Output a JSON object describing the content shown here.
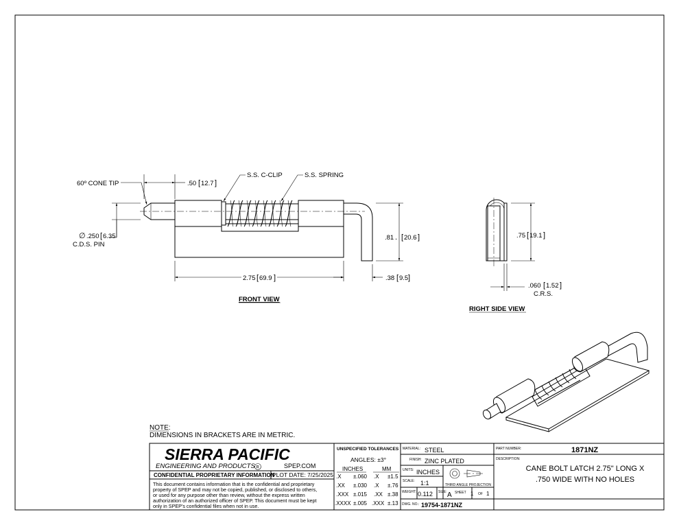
{
  "front_view": {
    "title": "FRONT VIEW",
    "cone_tip": "60º CONE TIP",
    "tip_length": ".50",
    "tip_length_mm": "12.7",
    "c_clip": "S.S. C-CLIP",
    "spring": "S.S. SPRING",
    "pin_dia_symbol": "∅",
    "pin_dia": ".250",
    "pin_dia_mm": "6.35",
    "pin_material": "C.D.S. PIN",
    "length": "2.75",
    "length_mm": "69.9",
    "height": ".81",
    "height_mm": "20.6",
    "bend": ".38",
    "bend_mm": "9.5"
  },
  "right_side_view": {
    "title": "RIGHT SIDE VIEW",
    "width": ".75",
    "width_mm": "19.1",
    "thickness": ".060",
    "thickness_mm": "1.52",
    "thickness_material": "C.R.S."
  },
  "note": {
    "title": "NOTE:",
    "text": "DIMENSIONS IN BRACKETS ARE IN METRIC."
  },
  "title_block": {
    "company": "SIERRA PACIFIC",
    "company_sub": "ENGINEERING AND PRODUCTS",
    "registered": "R",
    "website": "SPEP.COM",
    "confidential_title": "CONFIDENTIAL PROPRIETARY INFORMATION",
    "plot_date": "PLOT DATE:  7/25/2025",
    "confidential_lines": [
      "This document contains information that is the confidential and proprietary",
      "property of SPEP and may not be copied, published, or disclosed to others,",
      "or used for any purpose  other than review, without the express written",
      "authorization of an authorized officer of SPEP. This document must be kept",
      "only in SPEP's confidential files when not in use."
    ],
    "tolerances": {
      "title": "UNSPECIFIED TOLERANCES",
      "angles": "ANGLES: ±3°",
      "inches_header": "INCHES",
      "mm_header": "MM",
      "rows": [
        {
          "in_fmt": ".X",
          "in_tol": "±.060",
          "mm_fmt": ".X",
          "mm_tol": "±1.5"
        },
        {
          "in_fmt": ".XX",
          "in_tol": "±.030",
          "mm_fmt": ".X",
          "mm_tol": "±.76"
        },
        {
          "in_fmt": ".XXX",
          "in_tol": "±.015",
          "mm_fmt": ".XX",
          "mm_tol": "±.38"
        },
        {
          "in_fmt": ".XXXX",
          "in_tol": "±.005",
          "mm_fmt": ".XXX",
          "mm_tol": "±.13"
        }
      ]
    },
    "material_label": "MATERIAL:",
    "material": "STEEL",
    "finish_label": "FINISH:",
    "finish": "ZINC PLATED",
    "units_label": "UNITS:",
    "units": "INCHES",
    "scale_label": "SCALE:",
    "scale": "1:1",
    "projection": "THIRD ANGLE PROJECTION",
    "weight_label": "WEIGHT:",
    "weight": "0.112",
    "size_label": "SIZE:",
    "size": "A",
    "sheet_label": "SHEET",
    "sheet": "1",
    "of_label": "OF",
    "sheet_total": "1",
    "dwg_label": "DWG. NO.:",
    "dwg_no": "19754-1871NZ",
    "part_label": "PART NUMBER:",
    "part_number": "1871NZ",
    "desc_label": "DESCRIPTION:",
    "description_lines": [
      "CANE BOLT LATCH 2.75\" LONG X",
      ".750 WIDE WITH NO HOLES"
    ]
  }
}
